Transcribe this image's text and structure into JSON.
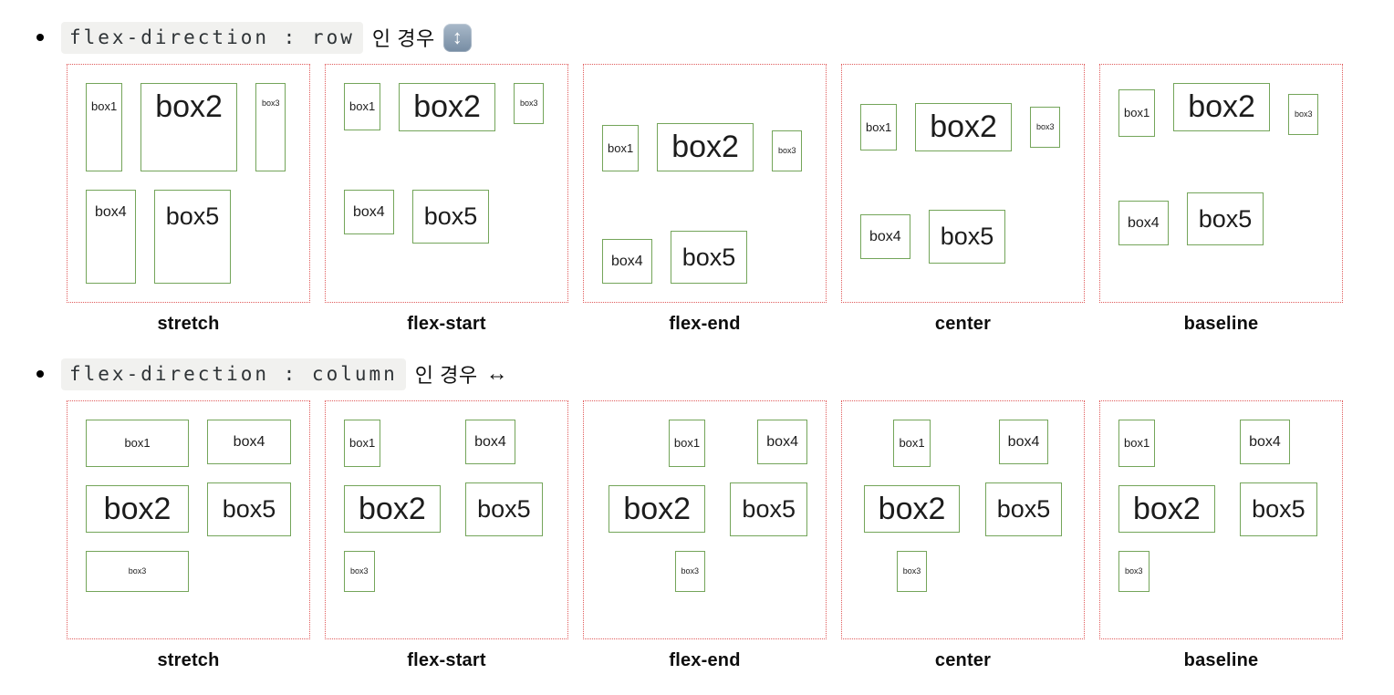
{
  "colors": {
    "panel_border": "#e05c5c",
    "box_border": "#74a55a",
    "box_text": "#1c1c1c",
    "code_bg": "#f1f1ef",
    "code_text": "#2f3437",
    "emoji_bg_top": "#a9b9c9",
    "emoji_bg_bottom": "#768ca3"
  },
  "sections": [
    {
      "id": "row",
      "direction": "row",
      "bullet_code": "flex-direction : row",
      "bullet_text": "인 경우",
      "bullet_icon": "up-down-arrow-button-emoji",
      "bullet_icon_glyph": "↕",
      "bullet_icon_style": "emoji-button",
      "boxes": [
        "box1",
        "box2",
        "box3",
        "box4",
        "box5"
      ],
      "panels": [
        {
          "align": "stretch",
          "label": "stretch"
        },
        {
          "align": "flex-start",
          "label": "flex-start"
        },
        {
          "align": "flex-end",
          "label": "flex-end"
        },
        {
          "align": "center",
          "label": "center"
        },
        {
          "align": "baseline",
          "label": "baseline"
        }
      ]
    },
    {
      "id": "column",
      "direction": "column",
      "bullet_code": "flex-direction : column",
      "bullet_text": "인 경우",
      "bullet_icon": "left-right-arrow",
      "bullet_icon_glyph": "↔",
      "bullet_icon_style": "plain",
      "boxes": [
        "box1",
        "box2",
        "box3",
        "box4",
        "box5"
      ],
      "panels": [
        {
          "align": "stretch",
          "label": "stretch"
        },
        {
          "align": "flex-start",
          "label": "flex-start"
        },
        {
          "align": "flex-end",
          "label": "flex-end"
        },
        {
          "align": "center",
          "label": "center"
        },
        {
          "align": "baseline",
          "label": "baseline"
        }
      ]
    }
  ]
}
